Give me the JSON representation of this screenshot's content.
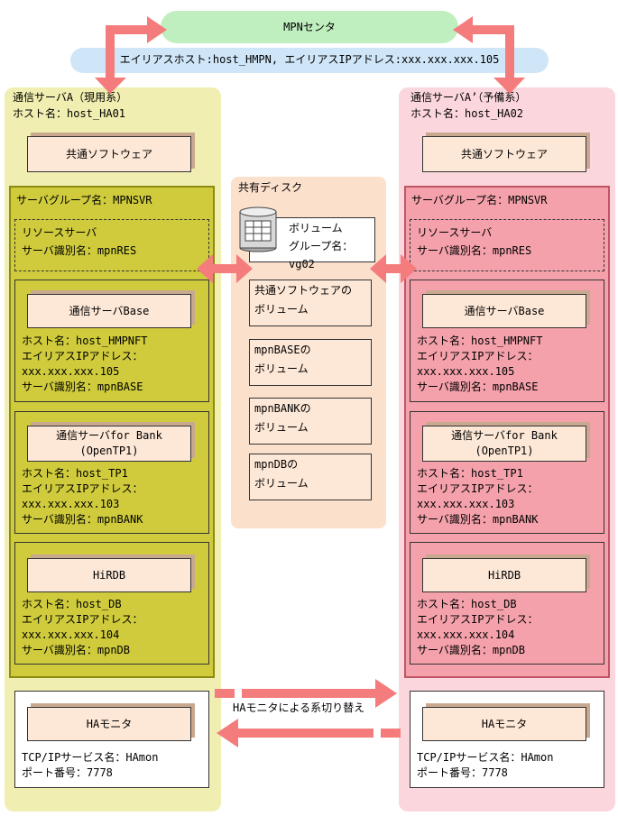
{
  "center": {
    "label": "MPNセンタ"
  },
  "alias_bar": {
    "label": "エイリアスホスト:host_HMPN, エイリアスIPアドレス:xxx.xxx.xxx.105"
  },
  "left": {
    "title": "通信サーバA（現用系）",
    "host": "ホスト名：host_HA01",
    "software": "共通ソフトウェア",
    "group": "サーバグループ名：MPNSVR",
    "resource": {
      "title": "リソースサーバ",
      "id": "サーバ識別名：mpnRES"
    },
    "base": {
      "name": "通信サーバBase",
      "lines": [
        "ホスト名：host_HMPNFT",
        "エイリアスIPアドレス：",
        "xxx.xxx.xxx.105",
        "サーバ識別名：mpnBASE"
      ]
    },
    "bank": {
      "name1": "通信サーバfor Bank",
      "name2": "(OpenTP1)",
      "lines": [
        "ホスト名：host_TP1",
        "エイリアスIPアドレス：",
        "xxx.xxx.xxx.103",
        "サーバ識別名：mpnBANK"
      ]
    },
    "hirdb": {
      "name": "HiRDB",
      "lines": [
        "ホスト名：host_DB",
        "エイリアスIPアドレス：",
        "xxx.xxx.xxx.104",
        "サーバ識別名：mpnDB"
      ]
    },
    "ha": {
      "name": "HAモニタ",
      "lines": [
        "TCP/IPサービス名：HAmon",
        "ポート番号：7778"
      ]
    }
  },
  "right": {
    "title": "通信サーバA’（予備系）",
    "host": "ホスト名：host_HA02",
    "software": "共通ソフトウェア",
    "group": "サーバグループ名：MPNSVR",
    "resource": {
      "title": "リソースサーバ",
      "id": "サーバ識別名：mpnRES"
    },
    "base": {
      "name": "通信サーバBase",
      "lines": [
        "ホスト名：host_HMPNFT",
        "エイリアスIPアドレス：",
        "xxx.xxx.xxx.105",
        "サーバ識別名：mpnBASE"
      ]
    },
    "bank": {
      "name1": "通信サーバfor Bank",
      "name2": "(OpenTP1)",
      "lines": [
        "ホスト名：host_TP1",
        "エイリアスIPアドレス：",
        "xxx.xxx.xxx.103",
        "サーバ識別名：mpnBANK"
      ]
    },
    "hirdb": {
      "name": "HiRDB",
      "lines": [
        "ホスト名：host_DB",
        "エイリアスIPアドレス：",
        "xxx.xxx.xxx.104",
        "サーバ識別名：mpnDB"
      ]
    },
    "ha": {
      "name": "HAモニタ",
      "lines": [
        "TCP/IPサービス名：HAmon",
        "ポート番号：7778"
      ]
    }
  },
  "disk": {
    "title": "共有ディスク",
    "volume": [
      "ボリューム",
      "グループ名：",
      "vg02"
    ],
    "vols": [
      [
        "共通ソフトウェアの",
        "ボリューム"
      ],
      [
        "mpnBASEの",
        "ボリューム"
      ],
      [
        "mpnBANKの",
        "ボリューム"
      ],
      [
        "mpnDBの",
        "ボリューム"
      ]
    ]
  },
  "switch_label": "HAモニタによる系切り替え",
  "colors": {
    "arrow": "#f47c7c",
    "center": "#bfeebf",
    "alias": "#cfe6f8"
  }
}
